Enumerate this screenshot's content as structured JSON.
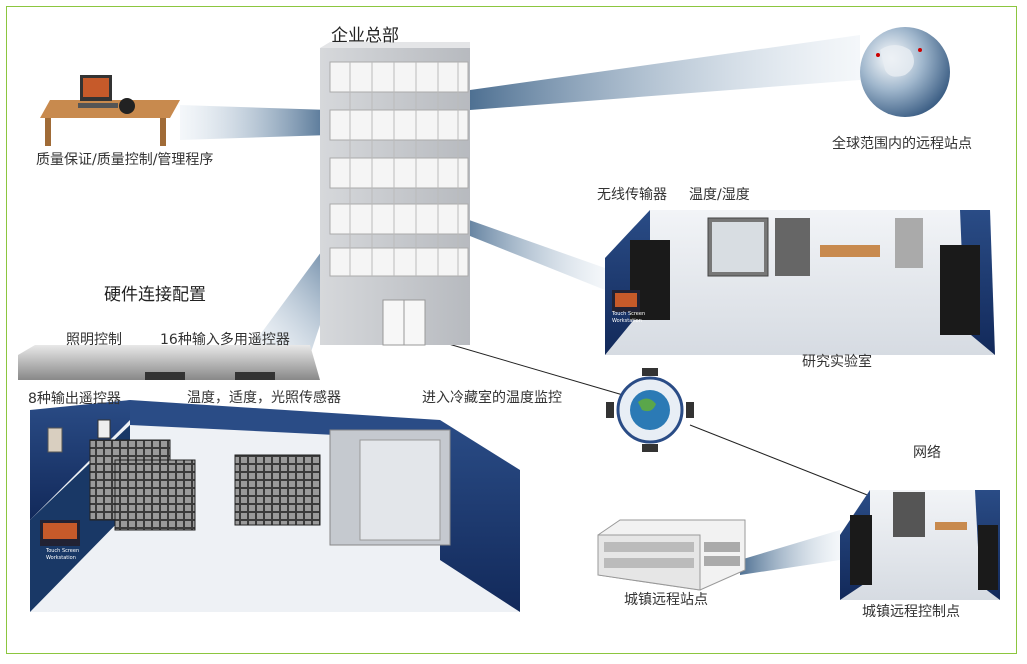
{
  "labels": {
    "hq": "企业总部",
    "qa": "质量保证/质量控制/管理程序",
    "global": "全球范围内的远程站点",
    "wireless": "无线传输器",
    "temp_humidity": "温度/湿度",
    "research_lab": "研究实验室",
    "hardware": "硬件连接配置",
    "lighting": "照明控制",
    "remote16": "16种输入多用遥控器",
    "remote8": "8种输出遥控器",
    "sensors": "温度，适度，光照传感器",
    "cold_room": "进入冷藏室的温度监控",
    "network": "网络",
    "town_site": "城镇远程站点",
    "town_control": "城镇远程控制点",
    "touch_screen_1": "Touch Screen",
    "touch_screen_2": "Workstation"
  },
  "colors": {
    "frame": "#8cc63f",
    "room_blue": "#1f3f7a",
    "beam": "#4a6f95"
  }
}
